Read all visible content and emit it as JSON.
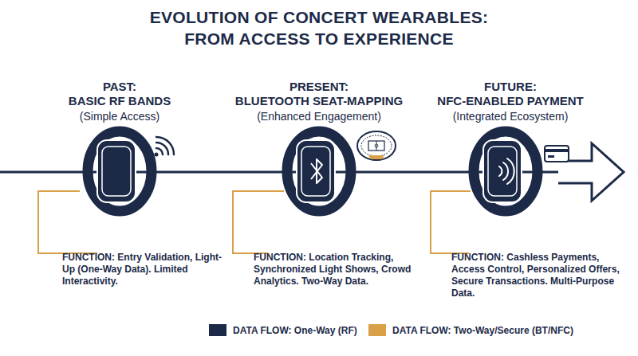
{
  "diagram": {
    "title": "EVOLUTION OF CONCERT WEARABLES: FROM ACCESS TO EXPERIENCE",
    "labels": [
      "PAST:",
      "BASIC RF BANDS",
      "(Simple Access)",
      "PRESENT:",
      "BLUETOOTH SEAT-MAPPING",
      "(Enhanced Engagement)",
      "FUTURE:",
      "NFC-ENABLED PAYMENT",
      "(Integrated Ecosystem)",
      "FUNCTION: Entry Validation, Light-Up (One-Way Data). Limited Interactivity.",
      "FUNCTION: Location Tracking, Synchronized Light Shows, Crowd Analytics. Two-Way Data.",
      "FUNCTION: Cashless Payments, Access Control, Personalized Offers, Secure Transactions. Multi-Purpose Data."
    ],
    "legend": [
      {
        "text": "DATA FLOW: One-Way (RF)",
        "color": "#1c2a48"
      },
      {
        "text": "DATA FLOW: Two-Way/Secure (BT/NFC)",
        "color": "#d9a048"
      }
    ]
  }
}
